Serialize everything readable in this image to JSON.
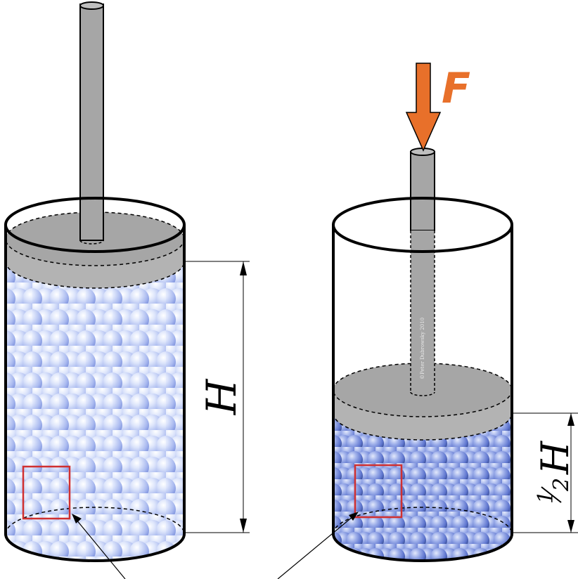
{
  "labels": {
    "height_full": "H",
    "height_half_num": "1",
    "height_half_den": "2",
    "height_half_letter": "H",
    "force": "F",
    "credit": "©Peter Dubrowsky 2010"
  },
  "colors": {
    "force_arrow": "#e8702a",
    "rod": "#a6a6a6",
    "piston": "#b3b3b3",
    "outline": "#000000",
    "marker_box": "#d03030",
    "ball_light": "#f4f7ff",
    "ball_mid": "#a9b9ef",
    "ball_dark": "#6f86d8",
    "ball_light_compressed": "#c9d4f7",
    "ball_mid_compressed": "#6f84d6",
    "ball_dark_compressed": "#3a4f9c"
  },
  "icons": {
    "force_arrow": "down-arrow-icon"
  }
}
